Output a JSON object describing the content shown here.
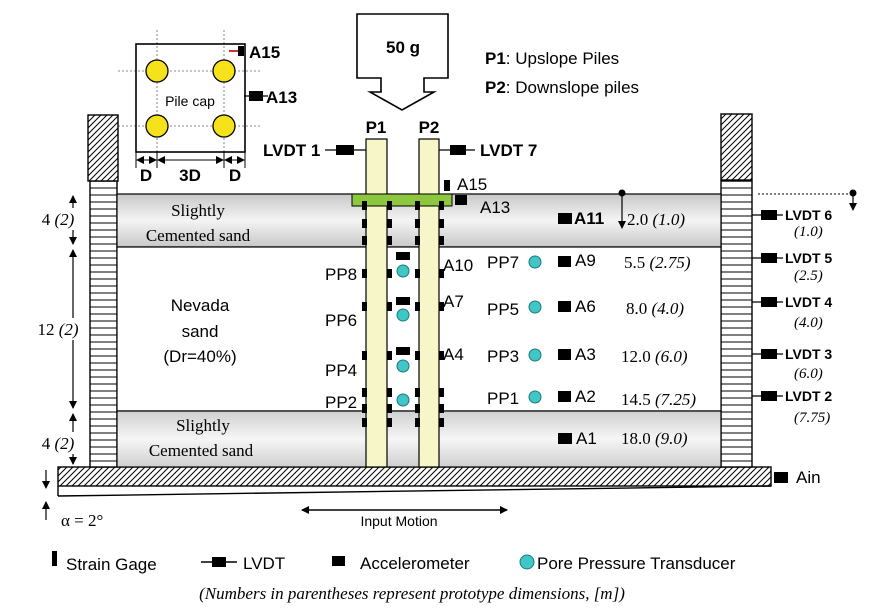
{
  "load_box": "50 g",
  "pile_labels": {
    "p1": "P1",
    "p2": "P2"
  },
  "legend_top": {
    "p1_key": "P1",
    "p1_text": ": Upslope Piles",
    "p2_key": "P2",
    "p2_text": ": Downslope piles"
  },
  "pile_cap": {
    "label": "Pile cap",
    "dim_d_left": "D",
    "dim_3d": "3D",
    "dim_d_right": "D",
    "acc_a15": "A15",
    "acc_a13": "A13"
  },
  "lvdt_top": {
    "left": "LVDT 1",
    "right": "LVDT 7"
  },
  "cap_accels": {
    "a15": "A15",
    "a13": "A13"
  },
  "layers": {
    "top": {
      "line1": "Slightly",
      "line2": "Cemented sand"
    },
    "middle": {
      "line1": "Nevada",
      "line2": "sand",
      "line3": "(Dr=40%)"
    },
    "bottom": {
      "line1": "Slightly",
      "line2": "Cemented sand"
    }
  },
  "left_dims": [
    {
      "main": "4 ",
      "paren": "(2)"
    },
    {
      "main": "12 ",
      "paren": "(2)"
    },
    {
      "main": "4 ",
      "paren": "(2)"
    }
  ],
  "pore_pressure_left": [
    "PP8",
    "PP6",
    "PP4",
    "PP2"
  ],
  "pile_accels": [
    "A10",
    "A7",
    "A4"
  ],
  "soil_sensors": [
    {
      "pp": "",
      "acc": "A11",
      "depth": "2.0 ",
      "depth_p": "(1.0)"
    },
    {
      "pp": "PP7",
      "acc": "A9",
      "depth": "5.5 ",
      "depth_p": "(2.75)"
    },
    {
      "pp": "PP5",
      "acc": "A6",
      "depth": "8.0 ",
      "depth_p": "(4.0)"
    },
    {
      "pp": "PP3",
      "acc": "A3",
      "depth": "12.0 ",
      "depth_p": "(6.0)"
    },
    {
      "pp": "PP1",
      "acc": "A2",
      "depth": "14.5 ",
      "depth_p": "(7.25)"
    },
    {
      "pp": "",
      "acc": "A1",
      "depth": "18.0 ",
      "depth_p": "(9.0)"
    }
  ],
  "lvdt_right": [
    {
      "name": "LVDT 6",
      "value": "(1.0)"
    },
    {
      "name": "LVDT 5",
      "value": "(2.5)"
    },
    {
      "name": "LVDT 4",
      "value": "(4.0)"
    },
    {
      "name": "LVDT 3",
      "value": "(6.0)"
    },
    {
      "name": "LVDT 2",
      "value": "(7.75)"
    }
  ],
  "base_acc": "Ain",
  "input_motion": "Input Motion",
  "alpha": "α = 2°",
  "legend_bottom": {
    "strain_gage": "Strain Gage",
    "lvdt": "LVDT",
    "accelerometer": "Accelerometer",
    "ppt": "Pore Pressure Transducer"
  },
  "footnote": "(Numbers in parentheses represent prototype dimensions, [m])",
  "colors": {
    "pile": "#f7f6c8",
    "pile_cap": "#8dc63f",
    "ppt": "#40c6c6",
    "gauge": "#f4e600",
    "soil_band": "#dcdcdc"
  }
}
